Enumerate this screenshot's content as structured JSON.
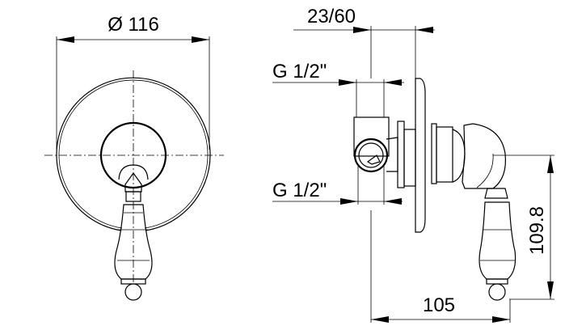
{
  "dimensions": {
    "diameter": "Ø 116",
    "depth_range": "23/60",
    "inlet_top": "G  1/2ʺ",
    "inlet_bottom": "G  1/2ʺ",
    "projection": "105",
    "height": "109.8"
  }
}
